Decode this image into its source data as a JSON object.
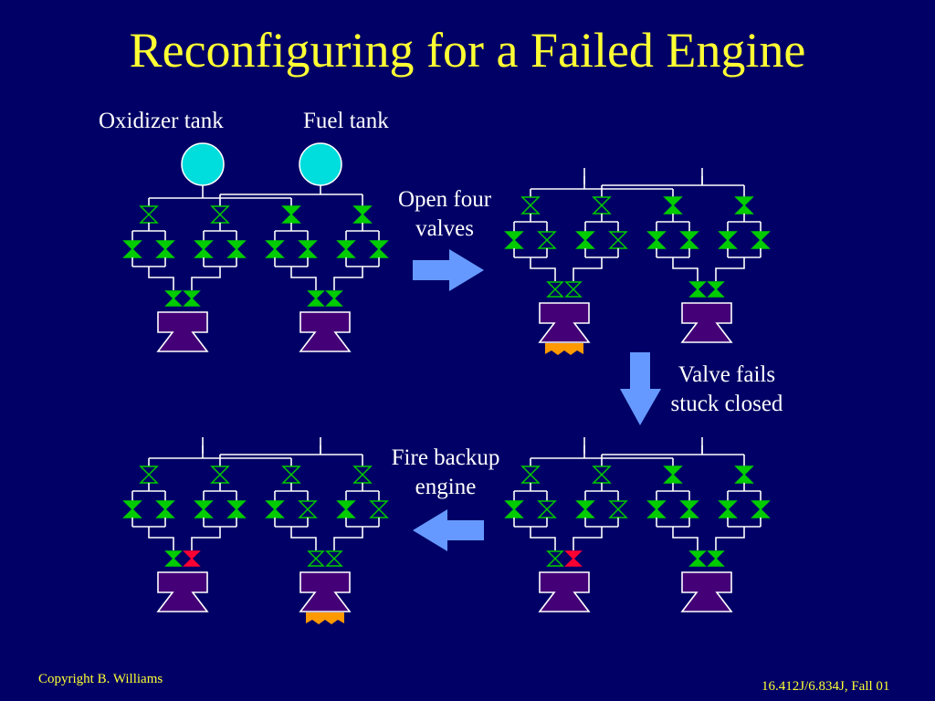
{
  "slide": {
    "title": "Reconfiguring for a Failed Engine"
  },
  "labels": {
    "oxidizer_tank": "Oxidizer tank",
    "fuel_tank": "Fuel tank",
    "open_four_valves": [
      "Open four",
      "valves"
    ],
    "valve_fails": [
      "Valve fails",
      "stuck closed"
    ],
    "fire_backup": [
      "Fire backup",
      "engine"
    ]
  },
  "footer": {
    "copyright": "Copyright B. Williams",
    "course": "16.412J/6.834J, Fall 01"
  },
  "colors": {
    "background": "#000066",
    "title": "#ffff33",
    "valve_open": "#00cc00",
    "valve_closed_stroke": "#00cc00",
    "valve_failed": "#ff0033",
    "engine": "#440077",
    "flame": "#ff9900",
    "tank": "#00dddd",
    "arrow": "#6699ff",
    "pipe": "#ffffff"
  },
  "diagrams": [
    {
      "id": "initial",
      "tanks": true,
      "valves": {
        "upper": [
          "closed",
          "closed",
          "open",
          "open"
        ],
        "lower": [
          "open",
          "open",
          "open",
          "open",
          "open",
          "open",
          "open",
          "open"
        ],
        "engine_a": [
          "open",
          "open"
        ],
        "engine_b": [
          "open",
          "open"
        ]
      },
      "flame": "none"
    },
    {
      "id": "after_open",
      "tanks": false,
      "valves": {
        "upper": [
          "closed",
          "closed",
          "open",
          "open"
        ],
        "lower": [
          "open",
          "closed",
          "open",
          "closed",
          "open",
          "open",
          "open",
          "open"
        ],
        "engine_a": [
          "closed",
          "closed"
        ],
        "engine_b": [
          "open",
          "open"
        ]
      },
      "flame": "a"
    },
    {
      "id": "after_failure",
      "tanks": false,
      "valves": {
        "upper": [
          "closed",
          "closed",
          "open",
          "open"
        ],
        "lower": [
          "open",
          "closed",
          "open",
          "closed",
          "open",
          "open",
          "open",
          "open"
        ],
        "engine_a": [
          "closed",
          "failed"
        ],
        "engine_b": [
          "open",
          "open"
        ]
      },
      "flame": "none"
    },
    {
      "id": "backup",
      "tanks": false,
      "valves": {
        "upper": [
          "closed",
          "closed",
          "closed",
          "closed"
        ],
        "lower": [
          "open",
          "open",
          "open",
          "open",
          "open",
          "closed",
          "open",
          "closed"
        ],
        "engine_a": [
          "open",
          "failed"
        ],
        "engine_b": [
          "closed",
          "closed"
        ]
      },
      "flame": "b"
    }
  ]
}
